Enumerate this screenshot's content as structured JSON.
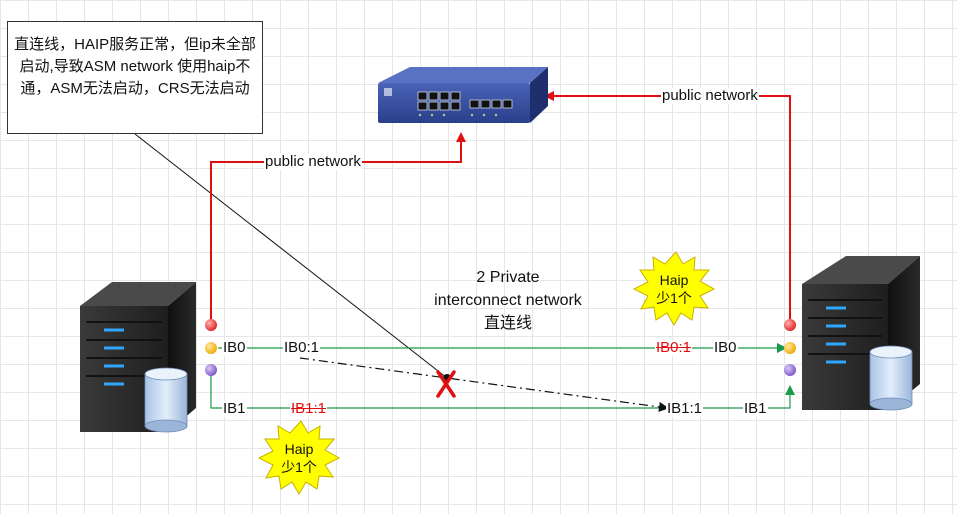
{
  "note": {
    "text": "直连线，HAIP服务正常，但ip未全部启动,导致ASM network 使用haip不通，ASM无法启动，CRS无法启动"
  },
  "labels": {
    "public_network_left": "public network",
    "public_network_right": "public network",
    "left_ib0": "IB0",
    "left_ib0_vip": "IB0:1",
    "right_ib0_vip_missing": "IB0:1",
    "right_ib0": "IB0",
    "left_ib1": "IB1",
    "left_ib1_vip_missing": "IB1:1",
    "right_ib1_vip": "IB1:1",
    "right_ib1": "IB1"
  },
  "center_text": {
    "line1": "2 Private",
    "line2": "interconnect network",
    "line3": "直连线"
  },
  "bursts": {
    "right": {
      "line1": "Haip",
      "line2": "少1个"
    },
    "left": {
      "line1": "Haip",
      "line2": "少1个"
    }
  },
  "colors": {
    "public_link": "#e01010",
    "private_link": "#1a9a4a",
    "burst_fill": "#ffff00",
    "missing_vip_text": "#e01010"
  },
  "icons": [
    "network-switch-icon",
    "server-icon",
    "database-icon",
    "broken-link-x-icon"
  ]
}
